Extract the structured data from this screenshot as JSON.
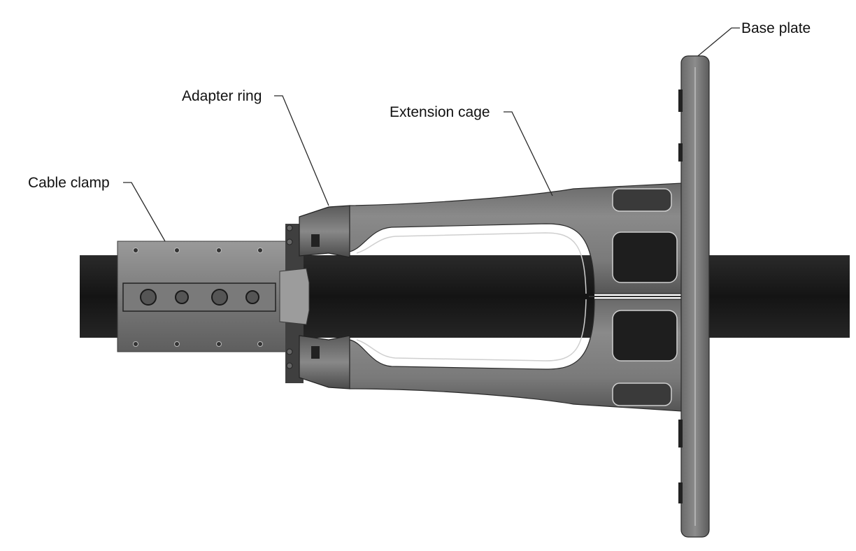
{
  "labels": {
    "base_plate": "Base plate",
    "adapter_ring": "Adapter ring",
    "extension_cage": "Extension cage",
    "cable_clamp": "Cable clamp"
  },
  "colors": {
    "background": "#ffffff",
    "cable": "#1c1c1c",
    "metal_light": "#8e8e8e",
    "metal_mid": "#6f6f6f",
    "metal_dark": "#4e4e4e",
    "edge": "#cfcfcf",
    "leader": "#2a2a2a"
  }
}
